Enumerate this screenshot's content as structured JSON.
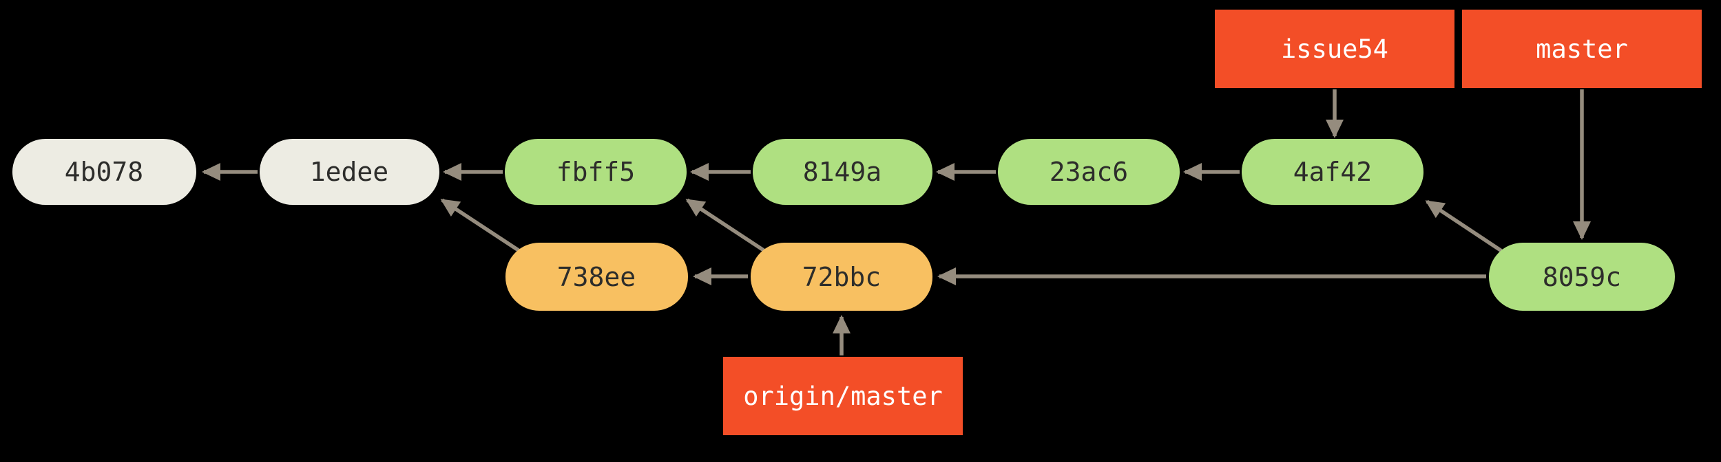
{
  "diagram": {
    "type": "git-commit-graph",
    "description": "Git history with two branch heads (issue54, master) diverged from a remote tracking branch origin/master",
    "colors": {
      "background": "#000000",
      "arrow": "#958c7e",
      "commit_cream": "#edece3",
      "commit_green": "#afe081",
      "commit_orange": "#f8c061",
      "branch_red": "#f34e27",
      "commit_text": "#2d2d2b",
      "branch_text": "#ffffff"
    },
    "commits": [
      {
        "id": "4b078",
        "color": "cream"
      },
      {
        "id": "1edee",
        "color": "cream"
      },
      {
        "id": "fbff5",
        "color": "green"
      },
      {
        "id": "8149a",
        "color": "green"
      },
      {
        "id": "23ac6",
        "color": "green"
      },
      {
        "id": "4af42",
        "color": "green"
      },
      {
        "id": "738ee",
        "color": "orange"
      },
      {
        "id": "72bbc",
        "color": "orange"
      },
      {
        "id": "8059c",
        "color": "green"
      }
    ],
    "branch_labels": [
      {
        "name": "issue54",
        "points_to": "4af42"
      },
      {
        "name": "master",
        "points_to": "8059c"
      },
      {
        "name": "origin/master",
        "points_to": "72bbc"
      }
    ],
    "parent_edges": [
      {
        "from": "1edee",
        "to": "4b078"
      },
      {
        "from": "fbff5",
        "to": "1edee"
      },
      {
        "from": "8149a",
        "to": "fbff5"
      },
      {
        "from": "23ac6",
        "to": "8149a"
      },
      {
        "from": "4af42",
        "to": "23ac6"
      },
      {
        "from": "8059c",
        "to": "4af42"
      },
      {
        "from": "8059c",
        "to": "72bbc"
      },
      {
        "from": "72bbc",
        "to": "738ee"
      },
      {
        "from": "72bbc",
        "to": "fbff5"
      },
      {
        "from": "738ee",
        "to": "1edee"
      }
    ]
  }
}
